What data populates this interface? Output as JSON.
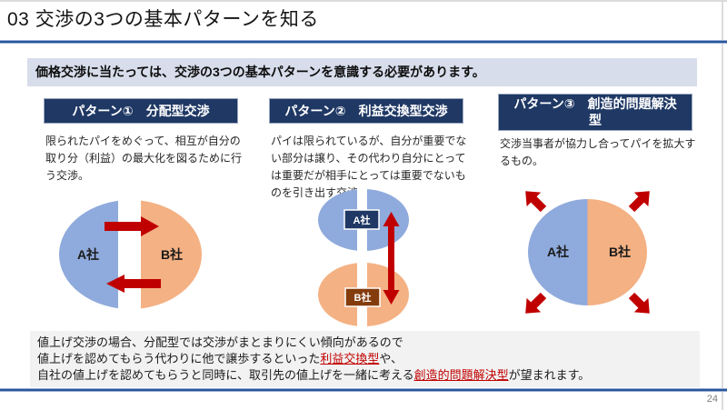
{
  "slide": {
    "title": "03 交渉の3つの基本パターンを知る",
    "lead": "価格交渉に当たっては、交渉の3つの基本パターンを意識する必要があります。",
    "page_number": "24"
  },
  "patterns": [
    {
      "title": "パターン①　分配型交渉",
      "description": "限られたパイをめぐって、相互が自分の取り分（利益）の最大化を図るために行う交渉。"
    },
    {
      "title": "パターン②　利益交換型交渉",
      "description": "パイは限られているが、自分が重要でない部分は譲り、その代わり自分にとっては重要だが相手にとっては重要でないものを引き出す交渉。"
    },
    {
      "title": "パターン③　創造的問題解決型",
      "description": "交渉当事者が協力し合ってパイを拡大するもの。"
    }
  ],
  "diagram_labels": {
    "company_a": "A社",
    "company_b": "B社"
  },
  "note": {
    "line1": "値上げ交渉の場合、分配型では交渉がまとまりにくい傾向があるので",
    "line2_pre": "値上げを認めてもらう代わりに他で譲歩するといった",
    "line2_red": "利益交換型",
    "line2_post": "や、",
    "line3_pre": "自社の値上げを認めてもらうと同時に、取引先の値上げを一緒に考える",
    "line3_red": "創造的問題解決型",
    "line3_post": "が望まれます。"
  },
  "colors": {
    "navy": "#1f3864",
    "light_blue": "#8faadc",
    "orange": "#f4b183",
    "red": "#c00000",
    "brown": "#843c0c",
    "lead_bar_bg": "#d7ddeb",
    "note_bg": "#f2f2f2",
    "divider_blue": "#2a5599"
  }
}
